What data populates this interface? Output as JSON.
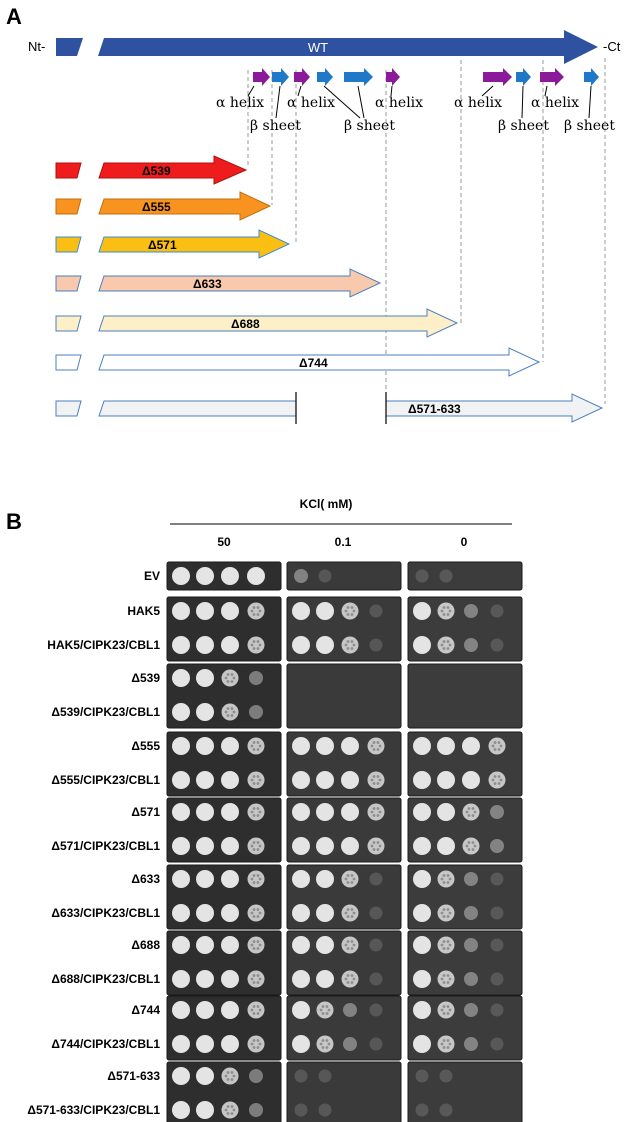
{
  "panel_a": {
    "label": "A",
    "nt_label": "Nt-",
    "ct_label": "-Ct",
    "wt_label": "WT",
    "structure_labels": [
      {
        "text": "α helix"
      },
      {
        "text": "β sheet"
      },
      {
        "text": "α helix"
      },
      {
        "text": "β sheet"
      },
      {
        "text": "α helix"
      },
      {
        "text": "α helix"
      },
      {
        "text": "β sheet"
      },
      {
        "text": "α helix"
      },
      {
        "text": "β sheet"
      }
    ],
    "constructs": [
      {
        "label": "Δ539",
        "fill": "#ee1c1c",
        "stroke": "#b01010"
      },
      {
        "label": "Δ555",
        "fill": "#f7931e",
        "stroke": "#c06f10"
      },
      {
        "label": "Δ571",
        "fill": "#fbbf14",
        "stroke": "#3a8ed0"
      },
      {
        "label": "Δ633",
        "fill": "#f8c9ad",
        "stroke": "#4a7fbf"
      },
      {
        "label": "Δ688",
        "fill": "#fdf0c8",
        "stroke": "#4a7fbf"
      },
      {
        "label": "Δ744",
        "fill": "#ffffff",
        "stroke": "#4a7fbf"
      },
      {
        "label": "Δ571-633",
        "fill": "#f1f2f4",
        "stroke": "#4a7fbf"
      }
    ]
  },
  "panel_b": {
    "label": "B",
    "condition_title": "KCl( mM)",
    "columns": [
      "50",
      "0.1",
      "0"
    ],
    "groups": [
      {
        "rows": [
          "EV"
        ],
        "growth": [
          [
            4,
            4,
            4,
            4
          ],
          [
            2,
            1,
            0,
            0
          ],
          [
            1,
            1,
            0,
            0
          ]
        ]
      },
      {
        "rows": [
          "HAK5",
          "HAK5/CIPK23/CBL1"
        ],
        "growth": [
          [
            4,
            4,
            4,
            3
          ],
          [
            4,
            4,
            3,
            1
          ],
          [
            4,
            3,
            2,
            1
          ]
        ]
      },
      {
        "rows": [
          "Δ539",
          "Δ539/CIPK23/CBL1"
        ],
        "growth": [
          [
            4,
            4,
            3,
            2
          ],
          [
            0,
            0,
            0,
            0
          ],
          [
            0,
            0,
            0,
            0
          ]
        ]
      },
      {
        "rows": [
          "Δ555",
          "Δ555/CIPK23/CBL1"
        ],
        "growth": [
          [
            4,
            4,
            4,
            3
          ],
          [
            4,
            4,
            4,
            3
          ],
          [
            4,
            4,
            4,
            3
          ]
        ]
      },
      {
        "rows": [
          "Δ571",
          "Δ571/CIPK23/CBL1"
        ],
        "growth": [
          [
            4,
            4,
            4,
            3
          ],
          [
            4,
            4,
            4,
            3
          ],
          [
            4,
            4,
            3,
            2
          ]
        ]
      },
      {
        "rows": [
          "Δ633",
          "Δ633/CIPK23/CBL1"
        ],
        "growth": [
          [
            4,
            4,
            4,
            3
          ],
          [
            4,
            4,
            3,
            1
          ],
          [
            4,
            3,
            2,
            1
          ]
        ]
      },
      {
        "rows": [
          "Δ688",
          "Δ688/CIPK23/CBL1"
        ],
        "growth": [
          [
            4,
            4,
            4,
            3
          ],
          [
            4,
            4,
            3,
            1
          ],
          [
            4,
            3,
            2,
            1
          ]
        ]
      },
      {
        "rows": [
          "Δ744",
          "Δ744/CIPK23/CBL1"
        ],
        "growth": [
          [
            4,
            4,
            4,
            3
          ],
          [
            4,
            3,
            2,
            1
          ],
          [
            4,
            3,
            2,
            1
          ]
        ]
      },
      {
        "rows": [
          "Δ571-633",
          "Δ571-633/CIPK23/CBL1"
        ],
        "growth": [
          [
            4,
            4,
            3,
            2
          ],
          [
            1,
            1,
            0,
            0
          ],
          [
            1,
            1,
            0,
            0
          ]
        ]
      }
    ]
  }
}
